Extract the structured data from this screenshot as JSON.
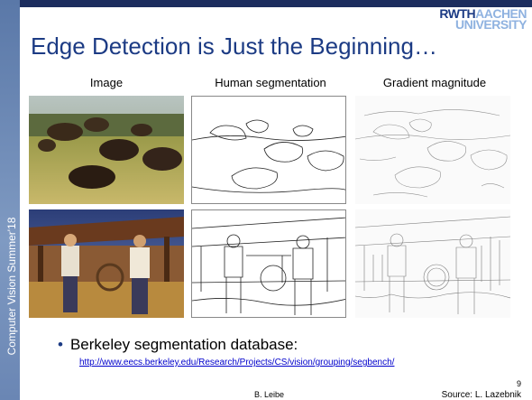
{
  "slide": {
    "title": "Edge Detection is Just the Beginning…",
    "sidebar_text": "Computer Vision Summer'18",
    "logo": {
      "part1": "RWTH",
      "part2": "AACHEN",
      "part3": "UNIVERSITY"
    },
    "columns": [
      "Image",
      "Human segmentation",
      "Gradient magnitude"
    ],
    "bullet": "Berkeley segmentation database:",
    "link": "http://www.eecs.berkeley.edu/Research/Projects/CS/vision/grouping/segbench/",
    "author": "B. Leibe",
    "page_number": "9",
    "source": "Source: L. Lazebnik"
  },
  "colors": {
    "accent": "#1c3b84",
    "logo_light": "#8fb2e0",
    "sidebar": "#6a86b4"
  }
}
